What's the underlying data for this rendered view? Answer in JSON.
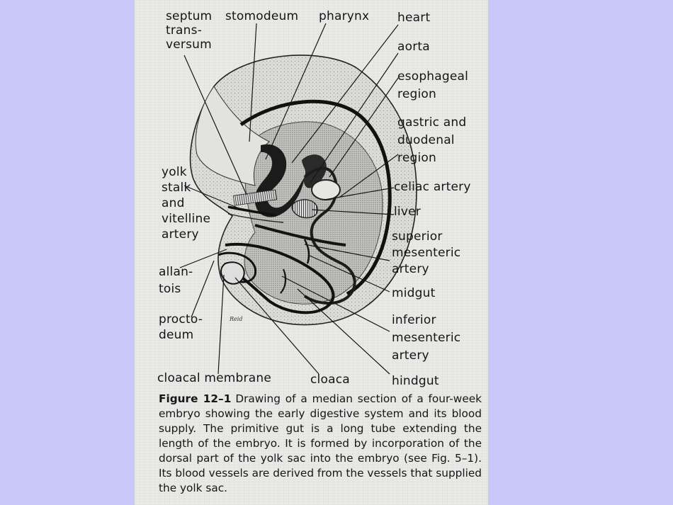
{
  "labels": {
    "septum": "septum\ntrans-\nversum",
    "stomodeum": "stomodeum",
    "pharynx": "pharynx",
    "heart": "heart",
    "aorta": "aorta",
    "esophageal": "esophageal\nregion",
    "gastric": "gastric and\nduodenal\nregion",
    "celiac": "celiac artery",
    "liver": "liver",
    "superior": "superior\nmesenteric\nartery",
    "midgut": "midgut",
    "inferior": "inferior\nmesenteric\nartery",
    "hindgut": "hindgut",
    "cloaca": "cloaca",
    "cloacal_membrane": "cloacal membrane",
    "proctodeum": "procto-\ndeum",
    "allantois": "allan-\ntois",
    "yolk": "yolk\nstalk\nand\nvitelline\nartery"
  },
  "caption": {
    "figure": "Figure 12–1",
    "text": "Drawing of a median section of a four-week embryo showing the early digestive system and its blood supply. The primitive gut is a long tube extending the length of the embryo. It is formed by incorporation of the dorsal part of the yolk sac into the embryo (see Fig. 5–1). Its blood vessels are derived from the vessels that supplied the yolk sac."
  },
  "signature": "Reid",
  "colors": {
    "page_bg": "#c8c8fa",
    "scan_bg": "#e9e9e7",
    "ink": "#151515"
  }
}
